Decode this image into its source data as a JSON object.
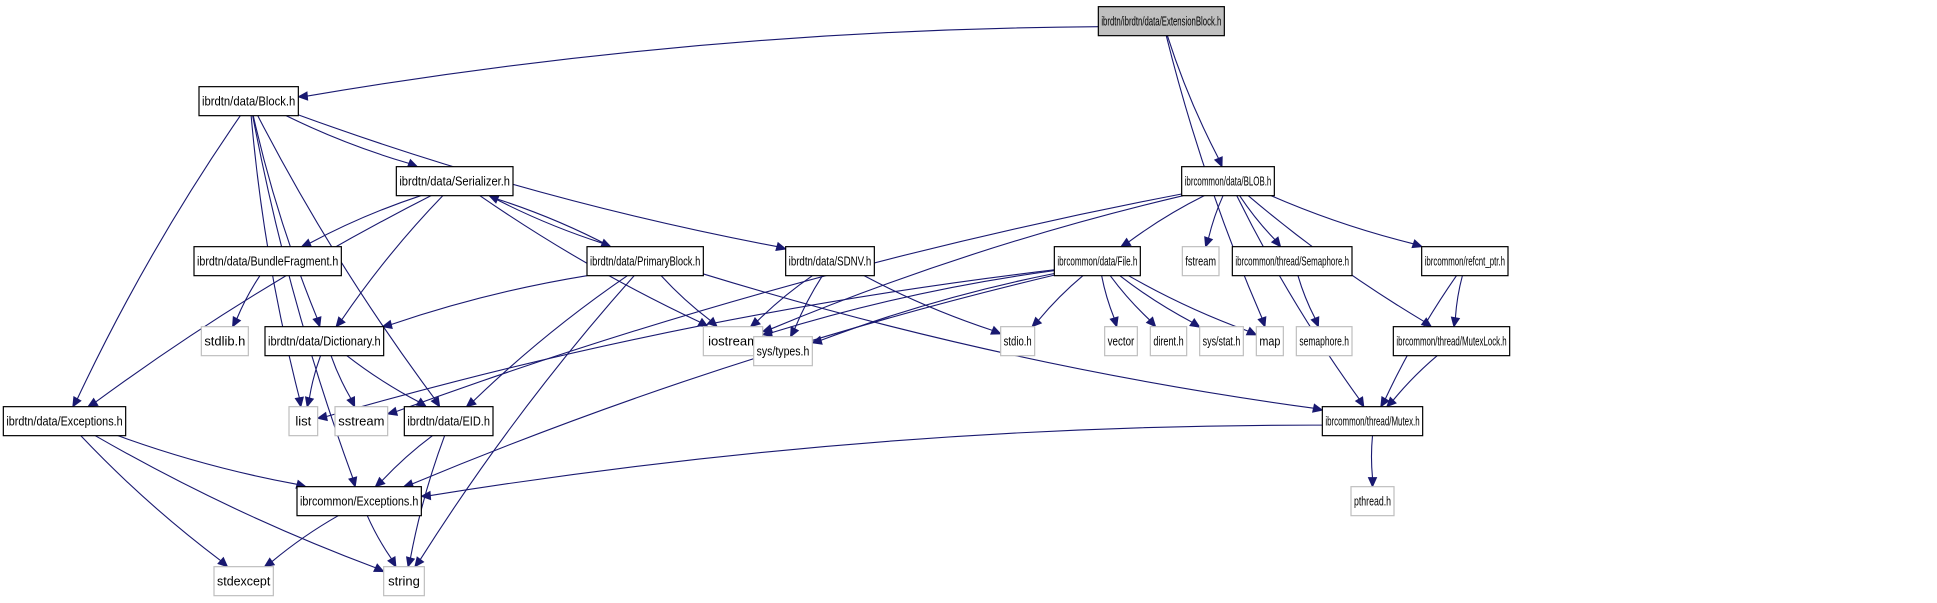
{
  "diagram": {
    "title": "Include dependency graph for ibrdtn/ibrdtn/data/ExtensionBlock.h",
    "edge_color": "#191970",
    "root_fill": "#bfbfbf",
    "system_border": "#bfbfbf",
    "nodes": [
      {
        "id": "extensionblock",
        "label": "ibrdtn/ibrdtn/data/ExtensionBlock.h",
        "kind": "root"
      },
      {
        "id": "block",
        "label": "ibrdtn/data/Block.h",
        "kind": "local"
      },
      {
        "id": "blob",
        "label": "ibrcommon/data/BLOB.h",
        "kind": "local"
      },
      {
        "id": "serializer",
        "label": "ibrdtn/data/Serializer.h",
        "kind": "local"
      },
      {
        "id": "bundlefragment",
        "label": "ibrdtn/data/BundleFragment.h",
        "kind": "local"
      },
      {
        "id": "primaryblock",
        "label": "ibrdtn/data/PrimaryBlock.h",
        "kind": "local"
      },
      {
        "id": "sdnv",
        "label": "ibrdtn/data/SDNV.h",
        "kind": "local"
      },
      {
        "id": "file",
        "label": "ibrcommon/data/File.h",
        "kind": "local"
      },
      {
        "id": "fstream",
        "label": "fstream",
        "kind": "system"
      },
      {
        "id": "semaphore",
        "label": "ibrcommon/thread/Semaphore.h",
        "kind": "local"
      },
      {
        "id": "refcnt",
        "label": "ibrcommon/refcnt_ptr.h",
        "kind": "local"
      },
      {
        "id": "stdlib",
        "label": "stdlib.h",
        "kind": "system"
      },
      {
        "id": "dictionary",
        "label": "ibrdtn/data/Dictionary.h",
        "kind": "local"
      },
      {
        "id": "iostream",
        "label": "iostream",
        "kind": "system"
      },
      {
        "id": "systypes",
        "label": "sys/types.h",
        "kind": "system"
      },
      {
        "id": "stdio",
        "label": "stdio.h",
        "kind": "system"
      },
      {
        "id": "vector",
        "label": "vector",
        "kind": "system"
      },
      {
        "id": "dirent",
        "label": "dirent.h",
        "kind": "system"
      },
      {
        "id": "sysstat",
        "label": "sys/stat.h",
        "kind": "system"
      },
      {
        "id": "map",
        "label": "map",
        "kind": "system"
      },
      {
        "id": "semaphoreh",
        "label": "semaphore.h",
        "kind": "system"
      },
      {
        "id": "mutexlock",
        "label": "ibrcommon/thread/MutexLock.h",
        "kind": "local"
      },
      {
        "id": "exceptions",
        "label": "ibrdtn/data/Exceptions.h",
        "kind": "local"
      },
      {
        "id": "list",
        "label": "list",
        "kind": "system"
      },
      {
        "id": "sstream",
        "label": "sstream",
        "kind": "system"
      },
      {
        "id": "eid",
        "label": "ibrdtn/data/EID.h",
        "kind": "local"
      },
      {
        "id": "mutex",
        "label": "ibrcommon/thread/Mutex.h",
        "kind": "local"
      },
      {
        "id": "ibrexceptions",
        "label": "ibrcommon/Exceptions.h",
        "kind": "local"
      },
      {
        "id": "pthread",
        "label": "pthread.h",
        "kind": "system"
      },
      {
        "id": "stdexcept",
        "label": "stdexcept",
        "kind": "system"
      },
      {
        "id": "string",
        "label": "string",
        "kind": "system"
      }
    ],
    "edges": [
      [
        "extensionblock",
        "block"
      ],
      [
        "extensionblock",
        "blob"
      ],
      [
        "extensionblock",
        "map"
      ],
      [
        "block",
        "serializer"
      ],
      [
        "block",
        "sdnv"
      ],
      [
        "block",
        "exceptions"
      ],
      [
        "block",
        "ibrexceptions"
      ],
      [
        "block",
        "list"
      ],
      [
        "block",
        "dictionary"
      ],
      [
        "block",
        "eid"
      ],
      [
        "serializer",
        "bundlefragment"
      ],
      [
        "serializer",
        "primaryblock"
      ],
      [
        "serializer",
        "dictionary"
      ],
      [
        "serializer",
        "exceptions"
      ],
      [
        "serializer",
        "iostream"
      ],
      [
        "primaryblock",
        "serializer"
      ],
      [
        "primaryblock",
        "dictionary"
      ],
      [
        "primaryblock",
        "eid"
      ],
      [
        "primaryblock",
        "iostream"
      ],
      [
        "primaryblock",
        "string"
      ],
      [
        "primaryblock",
        "mutex"
      ],
      [
        "bundlefragment",
        "stdlib"
      ],
      [
        "sdnv",
        "iostream"
      ],
      [
        "sdnv",
        "systypes"
      ],
      [
        "sdnv",
        "stdio"
      ],
      [
        "blob",
        "file"
      ],
      [
        "blob",
        "fstream"
      ],
      [
        "blob",
        "semaphore"
      ],
      [
        "blob",
        "refcnt"
      ],
      [
        "blob",
        "mutexlock"
      ],
      [
        "blob",
        "mutex"
      ],
      [
        "blob",
        "iostream"
      ],
      [
        "blob",
        "sstream"
      ],
      [
        "file",
        "iostream"
      ],
      [
        "file",
        "systypes"
      ],
      [
        "file",
        "stdio"
      ],
      [
        "file",
        "vector"
      ],
      [
        "file",
        "dirent"
      ],
      [
        "file",
        "sysstat"
      ],
      [
        "file",
        "map"
      ],
      [
        "file",
        "list"
      ],
      [
        "file",
        "ibrexceptions"
      ],
      [
        "semaphore",
        "semaphoreh"
      ],
      [
        "refcnt",
        "mutexlock"
      ],
      [
        "refcnt",
        "mutex"
      ],
      [
        "mutexlock",
        "mutex"
      ],
      [
        "mutex",
        "pthread"
      ],
      [
        "mutex",
        "ibrexceptions"
      ],
      [
        "dictionary",
        "list"
      ],
      [
        "dictionary",
        "sstream"
      ],
      [
        "dictionary",
        "eid"
      ],
      [
        "eid",
        "ibrexceptions"
      ],
      [
        "eid",
        "string"
      ],
      [
        "exceptions",
        "ibrexceptions"
      ],
      [
        "exceptions",
        "stdexcept"
      ],
      [
        "exceptions",
        "string"
      ],
      [
        "ibrexceptions",
        "stdexcept"
      ],
      [
        "ibrexceptions",
        "string"
      ]
    ]
  }
}
